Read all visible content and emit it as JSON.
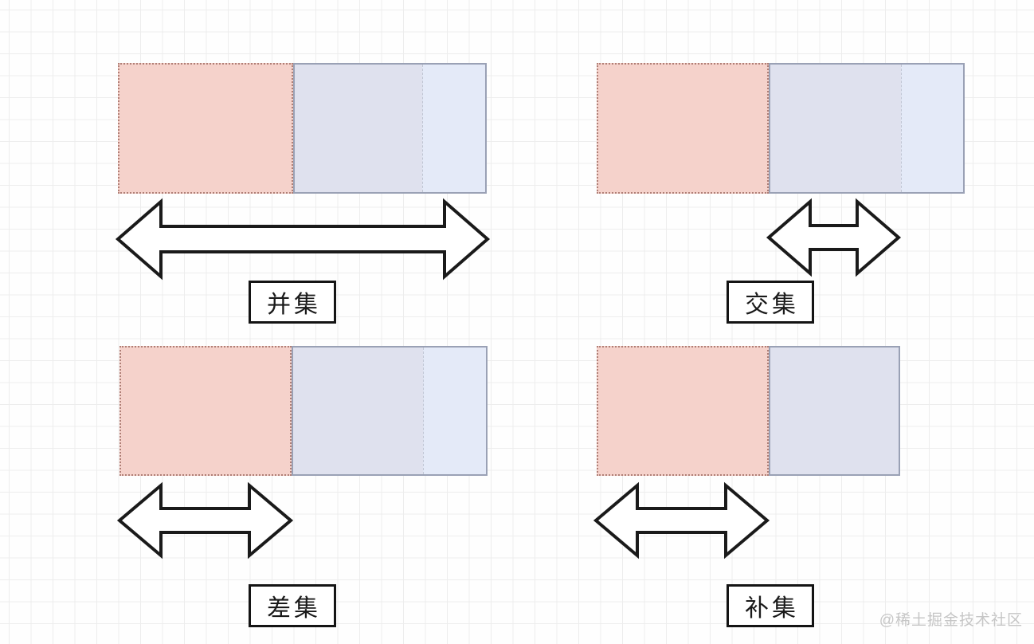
{
  "diagram": {
    "title_meaning": "Set operations illustrated with overlapping rectangles",
    "groups": [
      {
        "id": "union",
        "label": "并集"
      },
      {
        "id": "intersection",
        "label": "交集"
      },
      {
        "id": "difference",
        "label": "差集"
      },
      {
        "id": "complement",
        "label": "补集"
      }
    ],
    "watermark": "@稀土掘金技术社区"
  },
  "colors": {
    "set_a_fill": "#f5d2cb",
    "set_a_border": "#b07f76",
    "overlap_fill": "#dfe1ee",
    "set_b_fill": "#e4eaf8",
    "set_b_border": "#9aa1b5",
    "inner_divider": "#c0c5d3",
    "arrow_stroke": "#1a1a1a",
    "label_border": "#141414",
    "grid_line": "#ededed",
    "watermark_color": "#c6c6c6"
  }
}
